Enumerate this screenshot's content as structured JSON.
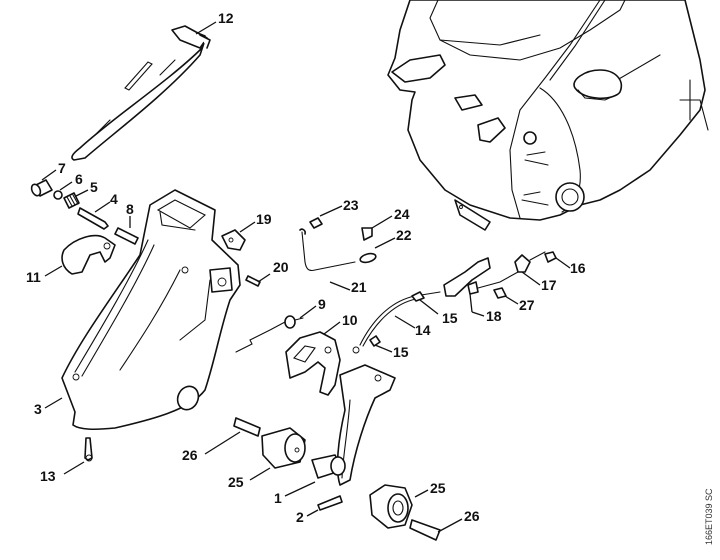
{
  "diagram": {
    "title": "Exploded parts view – handle, handle bar and anti-vibration mounts",
    "reference_code": "166ET039 SC",
    "callouts": [
      {
        "id": "c12",
        "label": "12"
      },
      {
        "id": "c7",
        "label": "7"
      },
      {
        "id": "c6",
        "label": "6"
      },
      {
        "id": "c5",
        "label": "5"
      },
      {
        "id": "c4",
        "label": "4"
      },
      {
        "id": "c8",
        "label": "8"
      },
      {
        "id": "c19",
        "label": "19"
      },
      {
        "id": "c23",
        "label": "23"
      },
      {
        "id": "c24",
        "label": "24"
      },
      {
        "id": "c22",
        "label": "22"
      },
      {
        "id": "c16",
        "label": "16"
      },
      {
        "id": "c17",
        "label": "17"
      },
      {
        "id": "c27",
        "label": "27"
      },
      {
        "id": "c18",
        "label": "18"
      },
      {
        "id": "c11",
        "label": "11"
      },
      {
        "id": "c20",
        "label": "20"
      },
      {
        "id": "c21",
        "label": "21"
      },
      {
        "id": "c9",
        "label": "9"
      },
      {
        "id": "c15a",
        "label": "15"
      },
      {
        "id": "c14",
        "label": "14"
      },
      {
        "id": "c10",
        "label": "10"
      },
      {
        "id": "c15b",
        "label": "15"
      },
      {
        "id": "c3",
        "label": "3"
      },
      {
        "id": "c26a",
        "label": "26"
      },
      {
        "id": "c25a",
        "label": "25"
      },
      {
        "id": "c13",
        "label": "13"
      },
      {
        "id": "c1",
        "label": "1"
      },
      {
        "id": "c25b",
        "label": "25"
      },
      {
        "id": "c2",
        "label": "2"
      },
      {
        "id": "c26b",
        "label": "26"
      }
    ]
  }
}
